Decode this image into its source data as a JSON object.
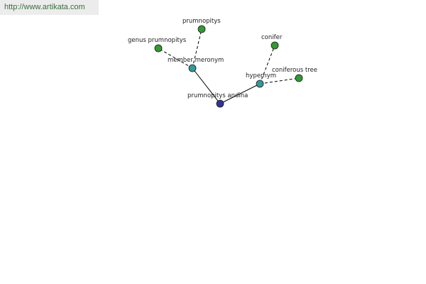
{
  "url": "http://www.artikata.com",
  "colors": {
    "root": "#333399",
    "relation": "#339999",
    "leaf": "#339933",
    "edge": "#000000",
    "url_text": "#3a6f3a"
  },
  "nodes": {
    "root": {
      "label": "prumnopitys andina",
      "kind": "root"
    },
    "member_meronym": {
      "label": "member meronym",
      "kind": "relation"
    },
    "hypernym": {
      "label": "hypernym",
      "kind": "relation"
    },
    "prumnopitys": {
      "label": "prumnopitys",
      "kind": "leaf"
    },
    "genus_prumnopitys": {
      "label": "genus prumnopitys",
      "kind": "leaf"
    },
    "conifer": {
      "label": "conifer",
      "kind": "leaf"
    },
    "coniferous_tree": {
      "label": "coniferous tree",
      "kind": "leaf"
    }
  },
  "edges": [
    {
      "from": "root",
      "to": "member_meronym",
      "style": "solid"
    },
    {
      "from": "root",
      "to": "hypernym",
      "style": "solid"
    },
    {
      "from": "member_meronym",
      "to": "prumnopitys",
      "style": "dashed"
    },
    {
      "from": "member_meronym",
      "to": "genus_prumnopitys",
      "style": "dashed"
    },
    {
      "from": "hypernym",
      "to": "conifer",
      "style": "dashed"
    },
    {
      "from": "hypernym",
      "to": "coniferous_tree",
      "style": "dashed"
    }
  ]
}
